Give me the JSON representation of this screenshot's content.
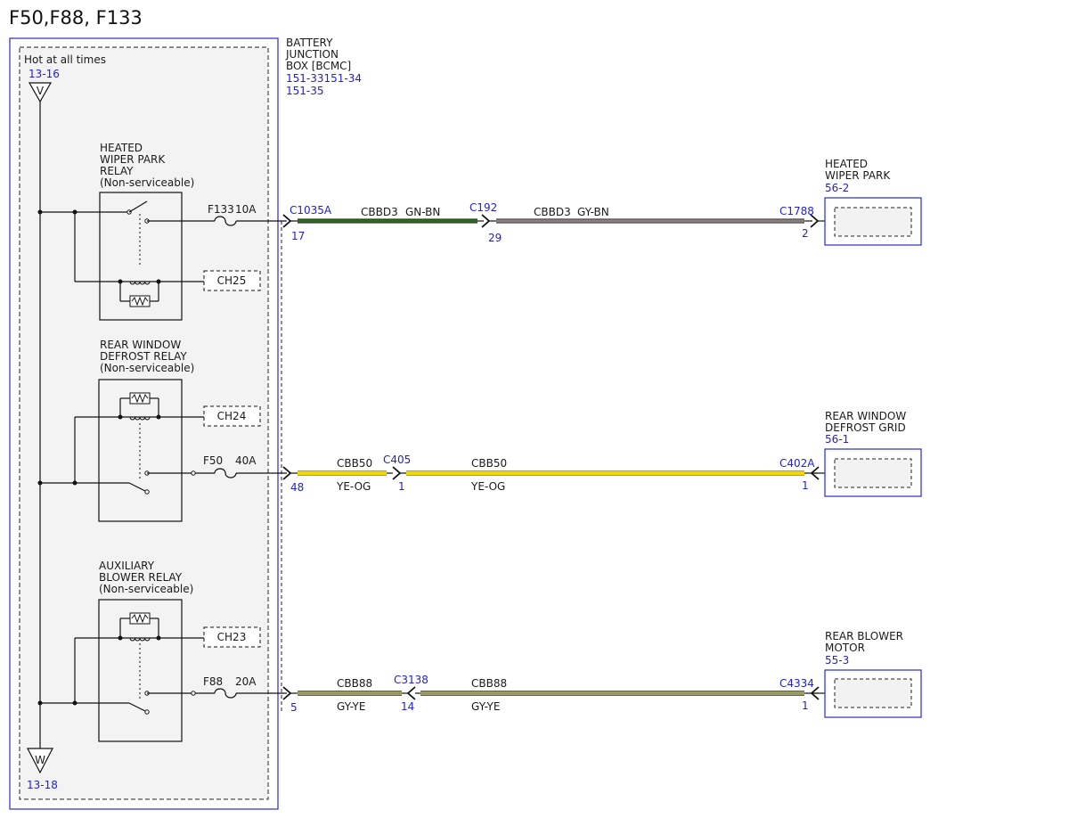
{
  "title": "F50,F88, F133",
  "bjb": {
    "label_lines": [
      "BATTERY",
      "JUNCTION",
      "BOX [BCMC]"
    ],
    "ref_lines": [
      "151-33151-34",
      "151-35"
    ],
    "hot": "Hot at all times",
    "v_ref": "13-16",
    "v_symbol": "V",
    "w_ref": "13-18",
    "w_symbol": "W"
  },
  "relays": [
    {
      "label_lines": [
        "HEATED",
        "WIPER PARK",
        "RELAY",
        "(Non-serviceable)"
      ],
      "ch": "CH25"
    },
    {
      "label_lines": [
        "REAR WINDOW",
        "DEFROST RELAY",
        "(Non-serviceable)"
      ],
      "ch": "CH24"
    },
    {
      "label_lines": [
        "AUXILIARY",
        "BLOWER RELAY",
        "(Non-serviceable)"
      ],
      "ch": "CH23"
    }
  ],
  "circuits": [
    {
      "fuse": "F133",
      "rating": "10A",
      "bjb_conn": "C1035A",
      "bjb_pin": "17",
      "seg1": {
        "circuit": "CBBD3",
        "color": "GN-BN"
      },
      "inline_conn": "C192",
      "inline_pin": "29",
      "seg2": {
        "circuit": "CBBD3",
        "color": "GY-BN"
      },
      "end_conn": "C1788",
      "end_pin": "2",
      "device_lines": [
        "HEATED",
        "WIPER PARK"
      ],
      "device_ref": "56-2"
    },
    {
      "fuse": "F50",
      "rating": "40A",
      "bjb_conn": "",
      "bjb_pin": "48",
      "seg1": {
        "circuit": "CBB50",
        "color": "YE-OG"
      },
      "inline_conn": "C405",
      "inline_pin": "1",
      "seg2": {
        "circuit": "CBB50",
        "color": "YE-OG"
      },
      "end_conn": "C402A",
      "end_pin": "1",
      "device_lines": [
        "REAR WINDOW",
        "DEFROST GRID"
      ],
      "device_ref": "56-1"
    },
    {
      "fuse": "F88",
      "rating": "20A",
      "bjb_conn": "",
      "bjb_pin": "5",
      "seg1": {
        "circuit": "CBB88",
        "color": "GY-YE"
      },
      "inline_conn": "C3138",
      "inline_pin": "14",
      "seg2": {
        "circuit": "CBB88",
        "color": "GY-YE"
      },
      "end_conn": "C4334",
      "end_pin": "1",
      "device_lines": [
        "REAR BLOWER",
        "MOTOR"
      ],
      "device_ref": "55-3"
    }
  ],
  "wire_colors": {
    "gn_bn": "#2e6b1e",
    "gy_bn": "#8a8080",
    "ye_og": "#f0d800",
    "gy_ye": "#9a9a60",
    "ref_blue": "#2222cc"
  }
}
